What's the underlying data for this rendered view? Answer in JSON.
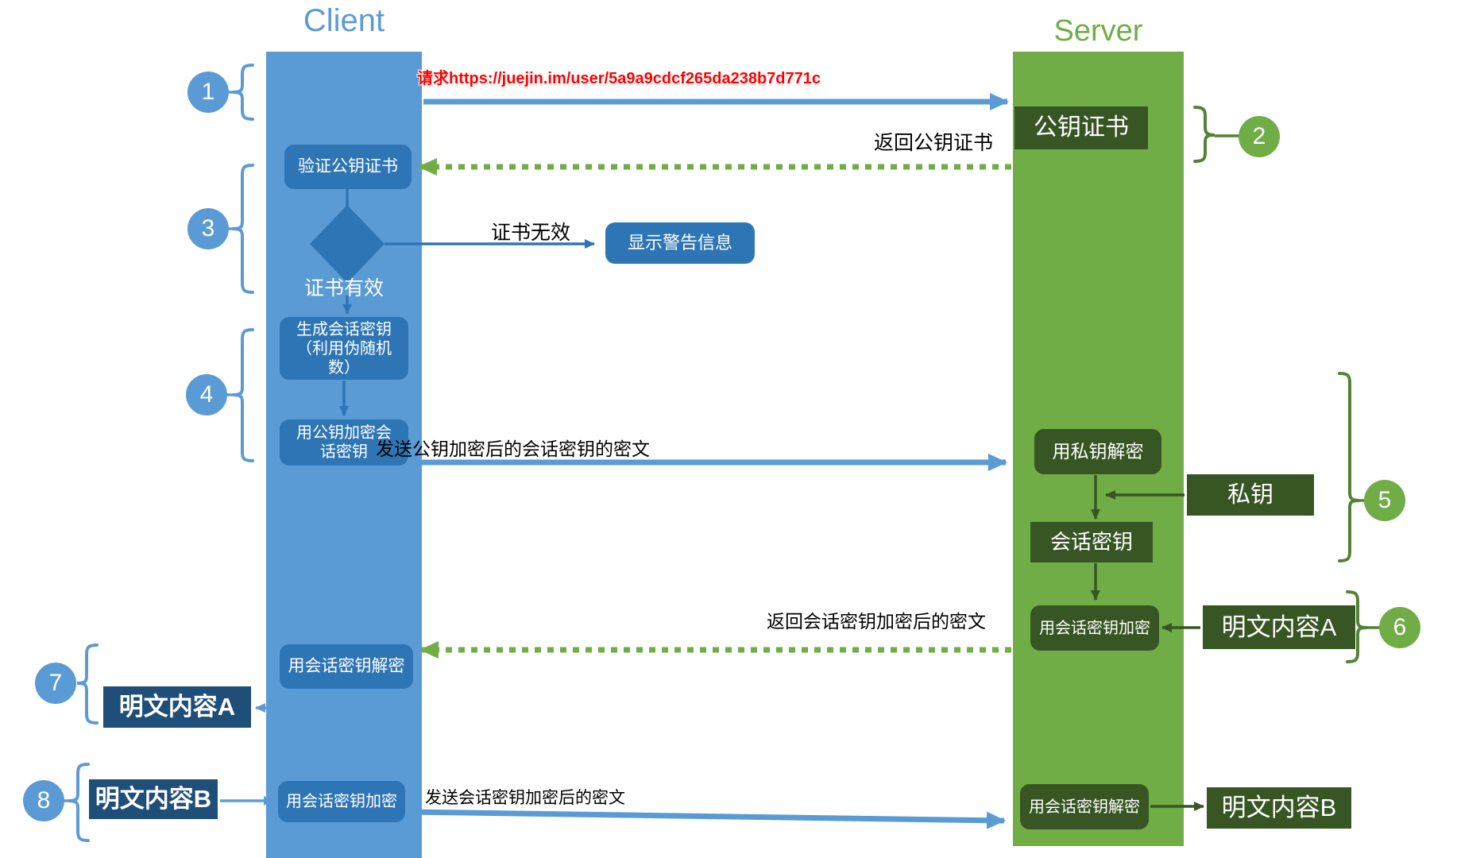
{
  "titles": {
    "client": "Client",
    "server": "Server"
  },
  "steps": [
    "1",
    "2",
    "3",
    "4",
    "5",
    "6",
    "7",
    "8"
  ],
  "client": {
    "verify_box": "验证公钥证书",
    "cert_valid_label": "证书有效",
    "generate_box": "生成会话密钥（利用伪随机数）",
    "encrypt_pub_box": "用公钥加密会话密钥",
    "decrypt_session_box": "用会话密钥解密",
    "plain_a": "明文内容A",
    "plain_b": "明文内容B",
    "encrypt_session_box": "用会话密钥加密",
    "warning_box": "显示警告信息"
  },
  "server": {
    "cert_box": "公钥证书",
    "decrypt_priv_box": "用私钥解密",
    "private_key": "私钥",
    "session_key": "会话密钥",
    "encrypt_session_box": "用会话密钥加密",
    "plain_a": "明文内容A",
    "decrypt_session_box": "用会话密钥解密",
    "plain_b": "明文内容B"
  },
  "messages": {
    "request_url": "请求https://juejin.im/user/5a9a9cdcf265da238b7d771c",
    "return_cert": "返回公钥证书",
    "cert_invalid": "证书无效",
    "send_session_key": "发送公钥加密后的会话密钥的密文",
    "return_encrypted": "返回会话密钥加密后的密文",
    "send_encrypted": "发送会话密钥加密后的密文"
  },
  "colors": {
    "client_band": "#5B9BD5",
    "client_process_box": "#2E75B6",
    "client_data_box": "#1F4E79",
    "server_band": "#70AD47",
    "server_box": "#375623",
    "bracket_green": "#548235",
    "request_text": "#FF0000",
    "label_text": "#000000"
  }
}
